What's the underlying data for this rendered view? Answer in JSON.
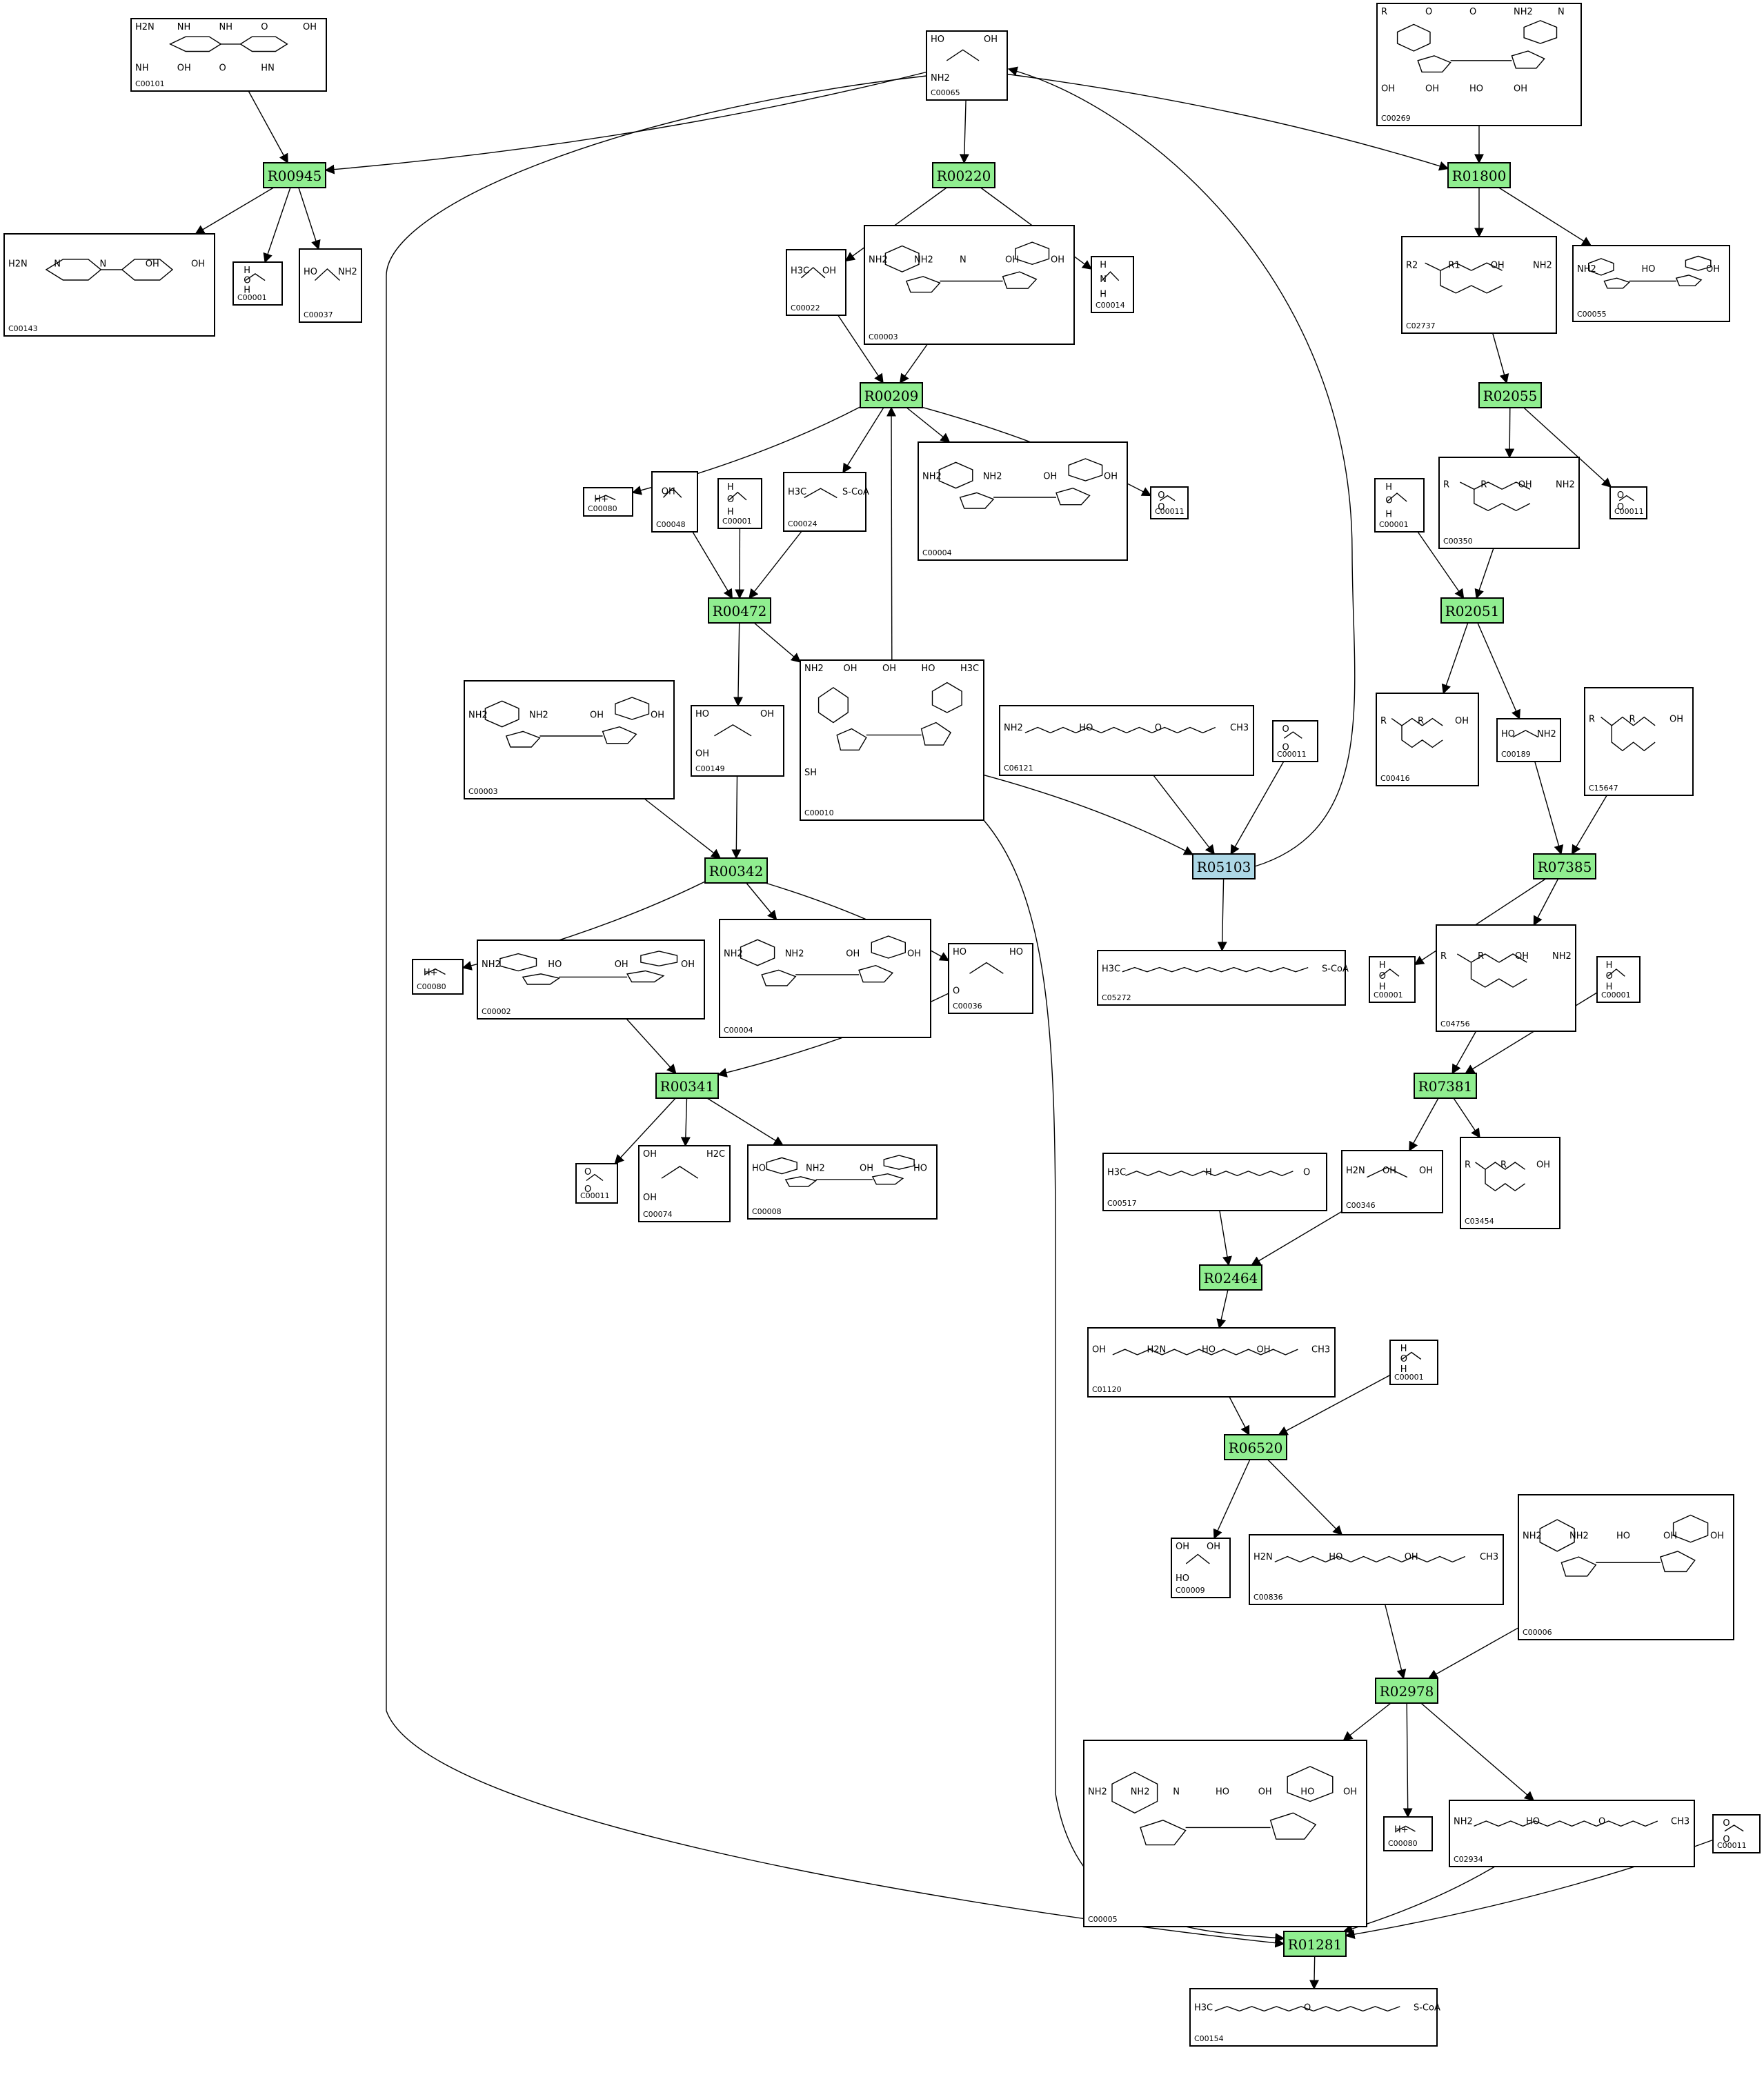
{
  "colors": {
    "reaction": "#90ee90",
    "reaction_highlight": "#add8e6",
    "edge": "#000000"
  },
  "reactions": [
    {
      "id": "R00945"
    },
    {
      "id": "R00220"
    },
    {
      "id": "R01800"
    },
    {
      "id": "R00209"
    },
    {
      "id": "R02055"
    },
    {
      "id": "R00472"
    },
    {
      "id": "R02051"
    },
    {
      "id": "R00342"
    },
    {
      "id": "R05103",
      "highlight": true
    },
    {
      "id": "R07385"
    },
    {
      "id": "R00341"
    },
    {
      "id": "R07381"
    },
    {
      "id": "R02464"
    },
    {
      "id": "R06520"
    },
    {
      "id": "R02978"
    },
    {
      "id": "R01281"
    }
  ],
  "compounds": [
    {
      "id": "C00101",
      "atoms": [
        "H2N",
        "NH",
        "NH",
        "O",
        "OH",
        "NH",
        "OH",
        "O",
        "HN"
      ]
    },
    {
      "id": "C00065",
      "atoms": [
        "HO",
        "OH",
        "NH2"
      ]
    },
    {
      "id": "C00269",
      "atoms": [
        "R",
        "O",
        "O",
        "NH2",
        "N",
        "OH",
        "OH",
        "HO",
        "OH"
      ]
    },
    {
      "id": "C00143",
      "atoms": [
        "H2N",
        "N",
        "N",
        "OH",
        "OH"
      ]
    },
    {
      "id": "C00001a",
      "id_label": "C00001",
      "atoms": [
        "H",
        "O",
        "H"
      ]
    },
    {
      "id": "C00037",
      "atoms": [
        "HO",
        "NH2"
      ]
    },
    {
      "id": "C00022",
      "atoms": [
        "H3C",
        "OH"
      ]
    },
    {
      "id": "C00003a",
      "id_label": "C00003",
      "atoms": [
        "NH2",
        "NH2",
        "N",
        "OH",
        "OH"
      ]
    },
    {
      "id": "C00014",
      "atoms": [
        "H",
        "N",
        "H"
      ]
    },
    {
      "id": "C02737",
      "atoms": [
        "R2",
        "R1",
        "OH",
        "NH2"
      ]
    },
    {
      "id": "C00055",
      "atoms": [
        "NH2",
        "HO",
        "OH"
      ]
    },
    {
      "id": "C00080a",
      "id_label": "C00080",
      "atoms": [
        "H+"
      ]
    },
    {
      "id": "C00048",
      "atoms": [
        "OH"
      ]
    },
    {
      "id": "C00001b",
      "id_label": "C00001",
      "atoms": [
        "H",
        "O",
        "H"
      ]
    },
    {
      "id": "C00024",
      "atoms": [
        "H3C",
        "S-CoA"
      ]
    },
    {
      "id": "C00004a",
      "id_label": "C00004",
      "atoms": [
        "NH2",
        "NH2",
        "OH",
        "OH"
      ]
    },
    {
      "id": "C00011a",
      "id_label": "C00011",
      "atoms": [
        "O",
        "O"
      ]
    },
    {
      "id": "C00350",
      "atoms": [
        "R",
        "R",
        "OH",
        "NH2"
      ]
    },
    {
      "id": "C00011b",
      "id_label": "C00011",
      "atoms": [
        "O",
        "O"
      ]
    },
    {
      "id": "C00001c",
      "id_label": "C00001",
      "atoms": [
        "H",
        "O",
        "H"
      ]
    },
    {
      "id": "C00003b",
      "id_label": "C00003",
      "atoms": [
        "NH2",
        "NH2",
        "OH",
        "OH"
      ]
    },
    {
      "id": "C00149",
      "atoms": [
        "HO",
        "OH",
        "OH"
      ]
    },
    {
      "id": "C00010",
      "atoms": [
        "NH2",
        "OH",
        "OH",
        "HO",
        "H3C",
        "SH"
      ]
    },
    {
      "id": "C06121",
      "atoms": [
        "NH2",
        "HO",
        "O",
        "CH3"
      ]
    },
    {
      "id": "C00011c",
      "id_label": "C00011",
      "atoms": [
        "O",
        "O"
      ]
    },
    {
      "id": "C00416",
      "atoms": [
        "R",
        "R",
        "OH"
      ]
    },
    {
      "id": "C00189",
      "atoms": [
        "HO",
        "NH2"
      ]
    },
    {
      "id": "C15647",
      "atoms": [
        "R",
        "R",
        "OH"
      ]
    },
    {
      "id": "C00080b",
      "id_label": "C00080",
      "atoms": [
        "H+"
      ]
    },
    {
      "id": "C00002",
      "atoms": [
        "NH2",
        "HO",
        "OH",
        "OH"
      ]
    },
    {
      "id": "C00004b",
      "id_label": "C00004",
      "atoms": [
        "NH2",
        "NH2",
        "OH",
        "OH"
      ]
    },
    {
      "id": "C00036",
      "atoms": [
        "HO",
        "HO",
        "O"
      ]
    },
    {
      "id": "C05272",
      "atoms": [
        "H3C",
        "S-CoA"
      ]
    },
    {
      "id": "C00001d",
      "id_label": "C00001",
      "atoms": [
        "H",
        "O",
        "H"
      ]
    },
    {
      "id": "C04756",
      "atoms": [
        "R",
        "R",
        "OH",
        "NH2"
      ]
    },
    {
      "id": "C00001e",
      "id_label": "C00001",
      "atoms": [
        "H",
        "O",
        "H"
      ]
    },
    {
      "id": "C00011d",
      "id_label": "C00011",
      "atoms": [
        "O",
        "O"
      ]
    },
    {
      "id": "C00074",
      "atoms": [
        "OH",
        "H2C",
        "OH"
      ]
    },
    {
      "id": "C00008",
      "atoms": [
        "HO",
        "NH2",
        "OH",
        "HO"
      ]
    },
    {
      "id": "C00517",
      "atoms": [
        "H3C",
        "H",
        "O"
      ]
    },
    {
      "id": "C00346",
      "atoms": [
        "H2N",
        "OH",
        "OH"
      ]
    },
    {
      "id": "C03454",
      "atoms": [
        "R",
        "R",
        "OH"
      ]
    },
    {
      "id": "C01120",
      "atoms": [
        "OH",
        "H2N",
        "HO",
        "OH",
        "CH3"
      ]
    },
    {
      "id": "C00001f",
      "id_label": "C00001",
      "atoms": [
        "H",
        "O",
        "H"
      ]
    },
    {
      "id": "C00009",
      "atoms": [
        "OH",
        "OH",
        "HO"
      ]
    },
    {
      "id": "C00836",
      "atoms": [
        "H2N",
        "HO",
        "OH",
        "CH3"
      ]
    },
    {
      "id": "C00006",
      "atoms": [
        "NH2",
        "NH2",
        "HO",
        "OH",
        "OH"
      ]
    },
    {
      "id": "C00005",
      "atoms": [
        "NH2",
        "NH2",
        "N",
        "HO",
        "OH",
        "HO",
        "OH"
      ]
    },
    {
      "id": "C00080c",
      "id_label": "C00080",
      "atoms": [
        "H+"
      ]
    },
    {
      "id": "C02934",
      "atoms": [
        "NH2",
        "HO",
        "O",
        "CH3"
      ]
    },
    {
      "id": "C00011e",
      "id_label": "C00011",
      "atoms": [
        "O",
        "O"
      ]
    },
    {
      "id": "C00154",
      "atoms": [
        "H3C",
        "O",
        "S-CoA"
      ]
    }
  ],
  "edges": [
    [
      "C00101",
      "R00945"
    ],
    [
      "C00065",
      "R00945"
    ],
    [
      "R00945",
      "C00143"
    ],
    [
      "R00945",
      "C00001a"
    ],
    [
      "R00945",
      "C00037"
    ],
    [
      "C00065",
      "R00220"
    ],
    [
      "R00220",
      "C00022"
    ],
    [
      "R00220",
      "C00014"
    ],
    [
      "C00065",
      "R01800"
    ],
    [
      "C00269",
      "R01800"
    ],
    [
      "R01800",
      "C02737"
    ],
    [
      "R01800",
      "C00055"
    ],
    [
      "C00022",
      "R00209"
    ],
    [
      "C00003a",
      "R00209"
    ],
    [
      "C00010",
      "R00209"
    ],
    [
      "R00209",
      "C00080a"
    ],
    [
      "R00209",
      "C00024"
    ],
    [
      "R00209",
      "C00004a"
    ],
    [
      "R00209",
      "C00011a"
    ],
    [
      "C02737",
      "R02055"
    ],
    [
      "R02055",
      "C00350"
    ],
    [
      "R02055",
      "C00011b"
    ],
    [
      "C00048",
      "R00472"
    ],
    [
      "C00001b",
      "R00472"
    ],
    [
      "C00024",
      "R00472"
    ],
    [
      "R00472",
      "C00149"
    ],
    [
      "R00472",
      "C00010"
    ],
    [
      "C00001c",
      "R02051"
    ],
    [
      "C00350",
      "R02051"
    ],
    [
      "R02051",
      "C00416"
    ],
    [
      "R02051",
      "C00189"
    ],
    [
      "C00003b",
      "R00342"
    ],
    [
      "C00149",
      "R00342"
    ],
    [
      "R00342",
      "C00080b"
    ],
    [
      "R00342",
      "C00004b"
    ],
    [
      "R00342",
      "C00036"
    ],
    [
      "C06121",
      "R05103"
    ],
    [
      "C00011c",
      "R05103"
    ],
    [
      "C00010",
      "R05103"
    ],
    [
      "R05103",
      "C00065"
    ],
    [
      "R05103",
      "C05272"
    ],
    [
      "C00189",
      "R07385"
    ],
    [
      "C15647",
      "R07385"
    ],
    [
      "R07385",
      "C04756"
    ],
    [
      "R07385",
      "C00001d"
    ],
    [
      "C00002",
      "R00341"
    ],
    [
      "C00036",
      "R00341"
    ],
    [
      "R00341",
      "C00011d"
    ],
    [
      "R00341",
      "C00074"
    ],
    [
      "R00341",
      "C00008"
    ],
    [
      "C00001e",
      "R07381"
    ],
    [
      "C04756",
      "R07381"
    ],
    [
      "R07381",
      "C00346"
    ],
    [
      "R07381",
      "C03454"
    ],
    [
      "C00517",
      "R02464"
    ],
    [
      "C00346",
      "R02464"
    ],
    [
      "R02464",
      "C01120"
    ],
    [
      "C01120",
      "R06520"
    ],
    [
      "C00001f",
      "R06520"
    ],
    [
      "R06520",
      "C00009"
    ],
    [
      "R06520",
      "C00836"
    ],
    [
      "C00836",
      "R02978"
    ],
    [
      "C00006",
      "R02978"
    ],
    [
      "R02978",
      "C00005"
    ],
    [
      "R02978",
      "C00080c"
    ],
    [
      "R02978",
      "C02934"
    ],
    [
      "C02934",
      "R01281"
    ],
    [
      "C00011e",
      "R01281"
    ],
    [
      "C00065",
      "R01281"
    ],
    [
      "C00010",
      "R01281"
    ],
    [
      "R01281",
      "C00154"
    ]
  ]
}
